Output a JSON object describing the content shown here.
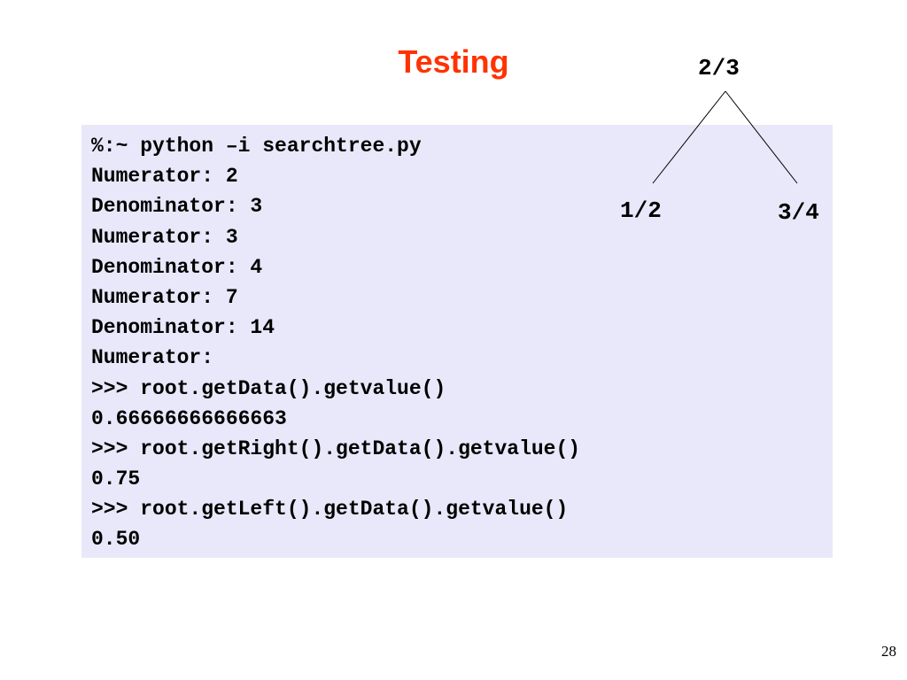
{
  "slide": {
    "title": "Testing",
    "page_number": "28"
  },
  "terminal": {
    "lines": [
      "%:~ python –i searchtree.py",
      "Numerator: 2",
      "Denominator: 3",
      "Numerator: 3",
      "Denominator: 4",
      "Numerator: 7",
      "Denominator: 14",
      "Numerator:",
      ">>> root.getData().getvalue()",
      "0.66666666666663",
      ">>> root.getRight().getData().getvalue()",
      "0.75",
      ">>> root.getLeft().getData().getvalue()",
      "0.50"
    ]
  },
  "tree": {
    "root": "2/3",
    "left": "1/2",
    "right": "3/4"
  }
}
